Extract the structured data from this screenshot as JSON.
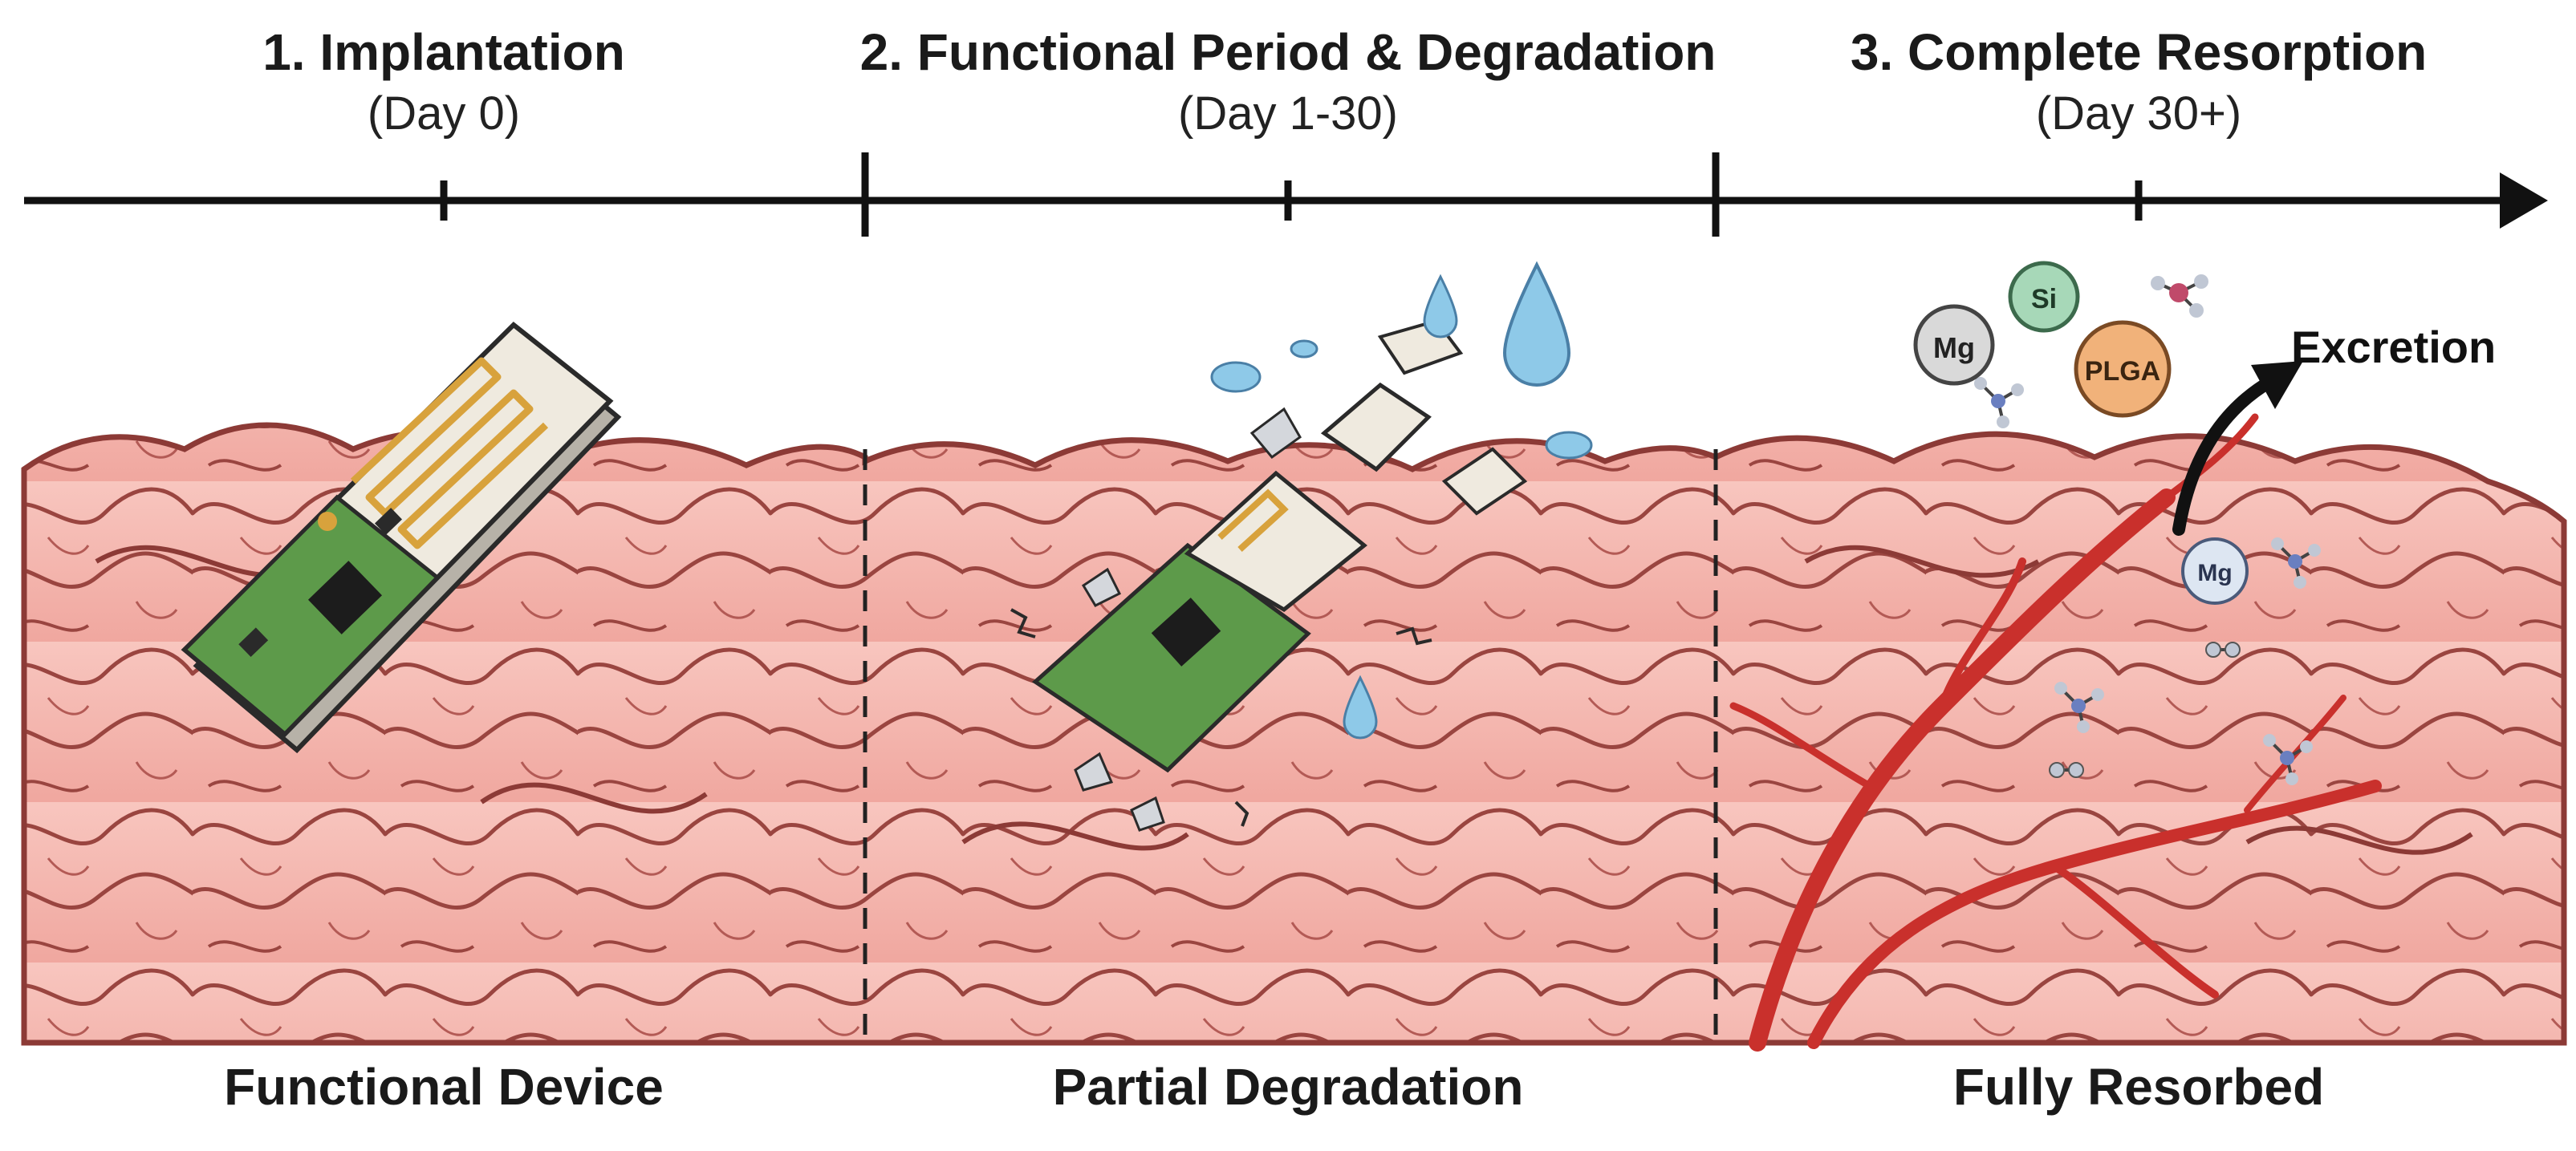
{
  "stages": [
    {
      "title": "1. Implantation",
      "day": "(Day 0)",
      "caption": "Functional Device"
    },
    {
      "title": "2. Functional Period & Degradation",
      "day": "(Day 1-30)",
      "caption": "Partial Degradation"
    },
    {
      "title": "3. Complete Resorption",
      "day": "(Day 30+)",
      "caption": "Fully Resorbed"
    }
  ],
  "excretion_label": "Excretion",
  "byproducts": {
    "mg": "Mg",
    "si": "Si",
    "plga": "PLGA"
  },
  "colors": {
    "brain_fill": "#f5b8b0",
    "brain_outline": "#8c3a36",
    "pcb_green": "#5d9a4a",
    "serpentine_gold": "#d8a23c",
    "water_blue": "#8ec9e8",
    "vessel_red": "#c9302c"
  }
}
